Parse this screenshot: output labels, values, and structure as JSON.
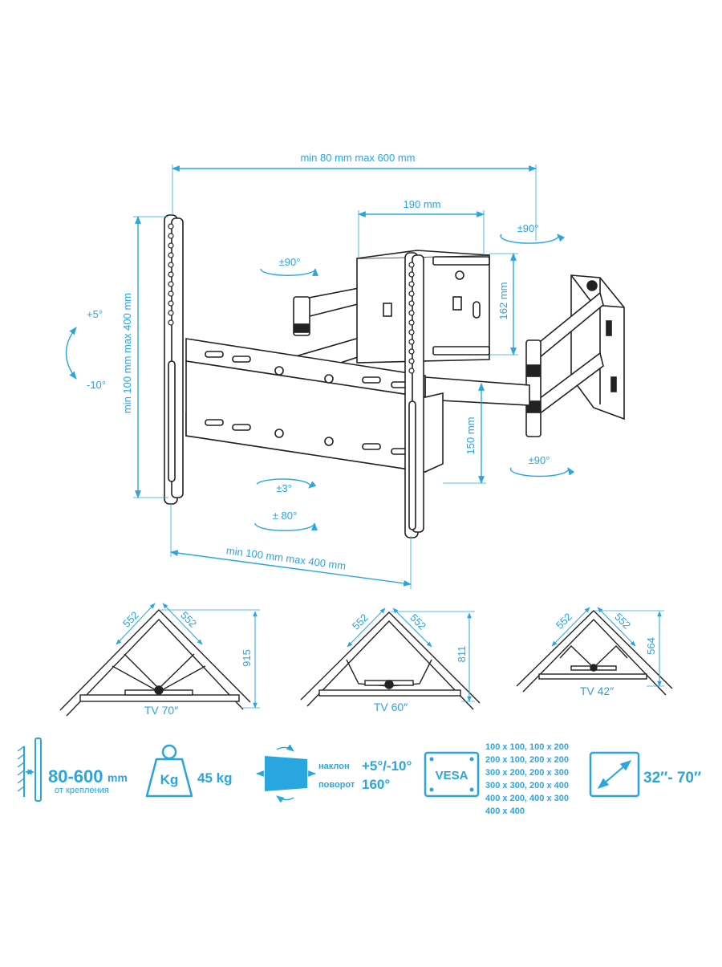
{
  "colors": {
    "accent": "#29a6df",
    "line": "#222222"
  },
  "main_drawing": {
    "width_range": "min 80 mm max 600 mm",
    "offset_190": "190 mm",
    "rotate_top_right": "±90°",
    "rotate_top_mid": "±90°",
    "height_162": "162 mm",
    "tilt_up": "+5°",
    "tilt_down": "-10°",
    "vertical_range": "min 100 mm max 400 mm",
    "height_150": "150 mm",
    "rotate_bottom_right": "±90°",
    "level_adjust": "±3°",
    "swivel": "± 80°",
    "horizontal_range": "min 100 mm max 400 mm"
  },
  "corner_diagrams": [
    {
      "side_a": "552",
      "side_b": "552",
      "depth": "915",
      "label": "TV 70″"
    },
    {
      "side_a": "552",
      "side_b": "552",
      "depth": "811",
      "label": "TV 60″"
    },
    {
      "side_a": "552",
      "side_b": "552",
      "depth": "564",
      "label": "TV 42″"
    }
  ],
  "specs": {
    "distance_value": "80-600",
    "distance_unit": "mm",
    "distance_caption": "от крепления",
    "weight_icon_text": "Kg",
    "weight_value": "45 kg",
    "tilt_label": "наклон",
    "tilt_value": "+5°/-10°",
    "rotate_label": "поворот",
    "rotate_value": "160°",
    "vesa_icon_text": "VESA",
    "vesa_list": [
      "100 x 100, 100 x 200",
      "200 x 100, 200 x 200",
      "300 x 200, 200 x 300",
      "300 x 300, 200 x 400",
      "400 x 200, 400 x 300",
      "400 x 400"
    ],
    "screen_range": "32″- 70″"
  },
  "icons": [
    "wall-distance-icon",
    "weight-icon",
    "tilt-rotate-icon",
    "vesa-icon",
    "diagonal-icon",
    "rotate-arrow-icon"
  ]
}
